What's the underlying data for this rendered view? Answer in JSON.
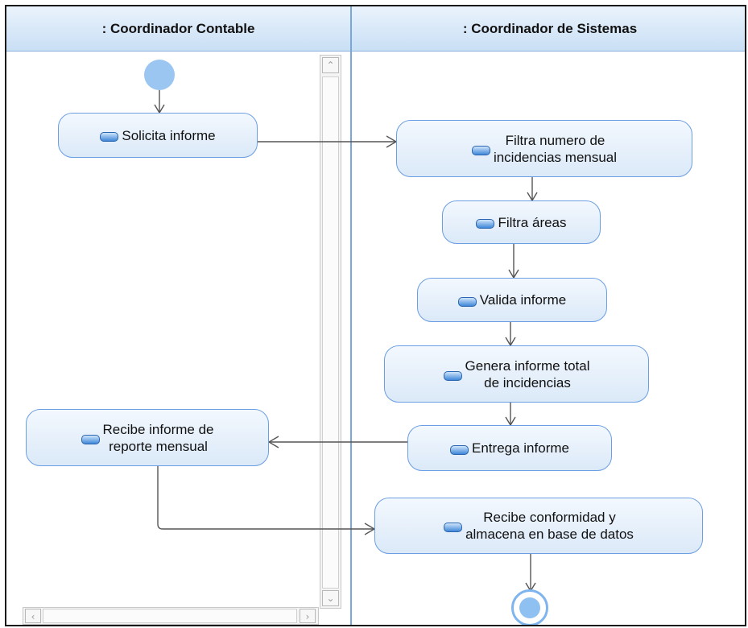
{
  "lanes": [
    {
      "title": ": Coordinador  Contable"
    },
    {
      "title": ": Coordinador de Sistemas"
    }
  ],
  "nodes": {
    "solicita": {
      "label": "Solicita informe"
    },
    "filtra_numero": {
      "label": "Filtra numero de\nincidencias mensual"
    },
    "filtra_areas": {
      "label": "Filtra áreas"
    },
    "valida": {
      "label": "Valida informe"
    },
    "genera": {
      "label": "Genera informe total\nde incidencias"
    },
    "entrega": {
      "label": "Entrega informe"
    },
    "recibe_informe": {
      "label": "Recibe informe de\nreporte mensual"
    },
    "recibe_conformidad": {
      "label": "Recibe conformidad y\nalmacena  en base de datos"
    }
  },
  "scrollbar": {
    "up_icon": "chevron-up-icon",
    "down_icon": "chevron-down-icon",
    "left_icon": "chevron-left-icon",
    "right_icon": "chevron-right-icon"
  },
  "colors": {
    "lane_border": "#7aa7da",
    "node_border": "#6b9ee3",
    "node_fill": "#dbe9f8",
    "start_fill": "#9cc6f2",
    "edge": "#555555"
  }
}
